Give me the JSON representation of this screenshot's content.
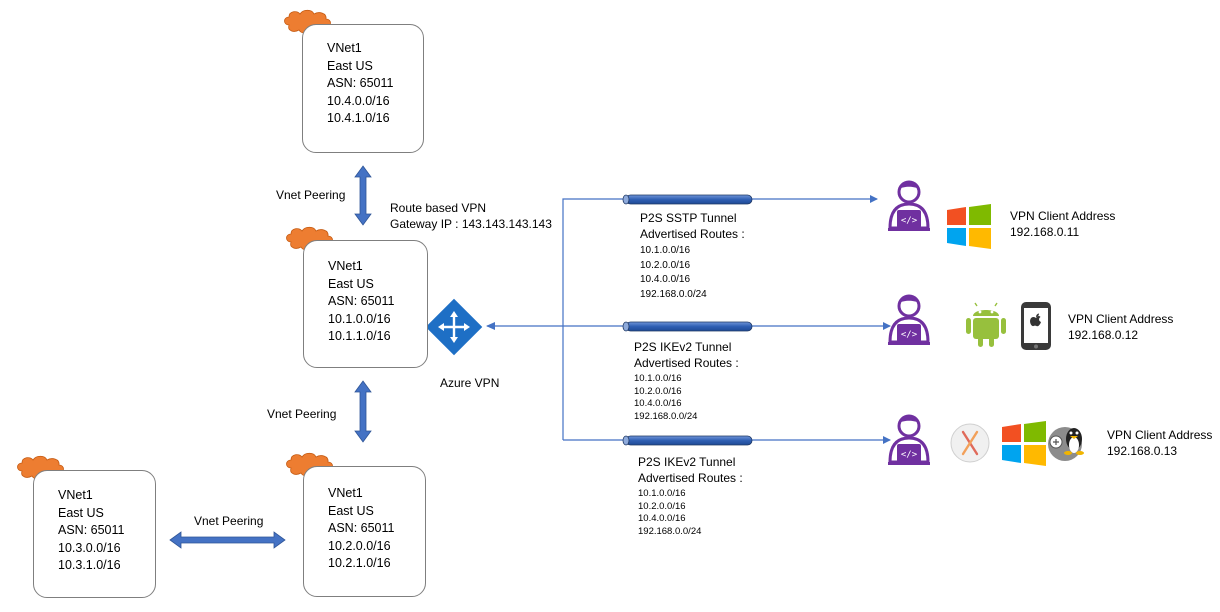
{
  "vnets": [
    {
      "id": "top",
      "lines": [
        "VNet1",
        "East US",
        "ASN: 65011",
        "10.4.0.0/16",
        "10.4.1.0/16"
      ]
    },
    {
      "id": "hub",
      "lines": [
        "VNet1",
        "East US",
        "ASN: 65011",
        "10.1.0.0/16",
        "10.1.1.0/16"
      ]
    },
    {
      "id": "bottom-left",
      "lines": [
        "VNet1",
        "East US",
        "ASN: 65011",
        "10.3.0.0/16",
        "10.3.1.0/16"
      ]
    },
    {
      "id": "bottom",
      "lines": [
        "VNet1",
        "East US",
        "ASN: 65011",
        "10.2.0.0/16",
        "10.2.1.0/16"
      ]
    }
  ],
  "peering_labels": [
    "Vnet Peering",
    "Vnet Peering",
    "Vnet Peering"
  ],
  "gateway": {
    "route_label": "Route based VPN",
    "gateway_ip": "Gateway IP : 143.143.143.143",
    "name": "Azure VPN"
  },
  "tunnels": [
    {
      "title": "P2S SSTP Tunnel",
      "routes_title": "Advertised Routes :",
      "routes": [
        "10.1.0.0/16",
        "10.2.0.0/16",
        "10.4.0.0/16",
        "192.168.0.0/24"
      ]
    },
    {
      "title": "P2S IKEv2 Tunnel",
      "routes_title": "Advertised Routes :",
      "routes": [
        "10.1.0.0/16",
        "10.2.0.0/16",
        "10.4.0.0/16",
        "192.168.0.0/24"
      ]
    },
    {
      "title": "P2S IKEv2 Tunnel",
      "routes_title": "Advertised Routes :",
      "routes": [
        "10.1.0.0/16",
        "10.2.0.0/16",
        "10.4.0.0/16",
        "192.168.0.0/24"
      ]
    }
  ],
  "clients": [
    {
      "label": "VPN Client Address",
      "address": "192.168.0.11",
      "os_icons": [
        "windows-icon"
      ]
    },
    {
      "label": "VPN Client Address",
      "address": "192.168.0.12",
      "os_icons": [
        "android-icon",
        "ios-phone-icon"
      ]
    },
    {
      "label": "VPN Client Address",
      "address": "192.168.0.13",
      "os_icons": [
        "macos-icon",
        "windows-icon",
        "linux-icon"
      ]
    }
  ],
  "colors": {
    "connector": "#4472c4",
    "arrow_fill": "#4472c4",
    "tunnel_fill": "#4472c4",
    "cloud": "#ed7d31",
    "user": "#7030a0",
    "gateway": "#1e6fc5"
  }
}
